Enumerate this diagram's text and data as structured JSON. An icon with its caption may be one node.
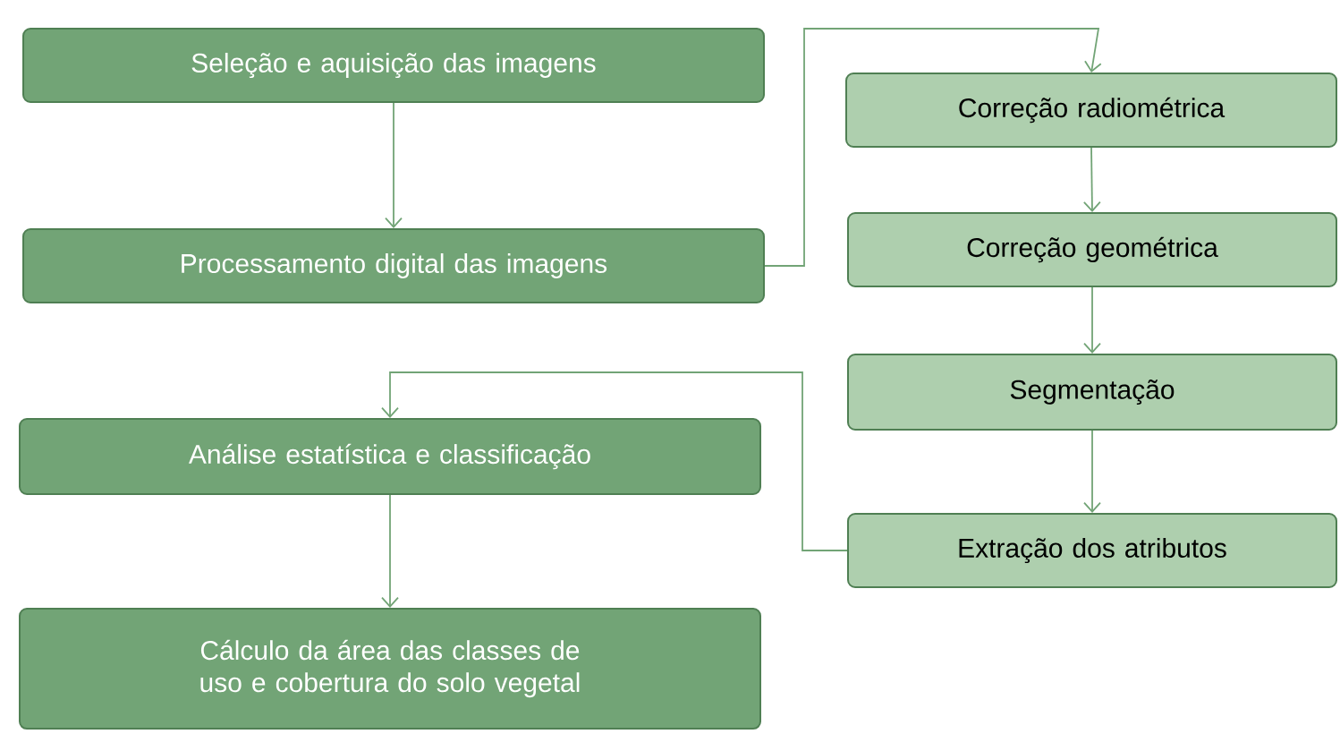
{
  "diagram": {
    "nodes": [
      {
        "text": [
          "Seleção e aquisição das imagens"
        ]
      },
      {
        "text": [
          "Processamento digital das imagens"
        ]
      },
      {
        "text": [
          "Correção radiométrica"
        ]
      },
      {
        "text": [
          "Correção geométrica"
        ]
      },
      {
        "text": [
          "Segmentação"
        ]
      },
      {
        "text": [
          "Extração dos atributos"
        ]
      },
      {
        "text": [
          "Análise estatística e classificação"
        ]
      },
      {
        "text": [
          "Cálculo da área das classes de uso e cobertura do solo vegetal"
        ]
      }
    ],
    "edges": [
      {
        "from": 0,
        "to": 1,
        "arrow": "to"
      },
      {
        "from": 1,
        "to": 2,
        "arrow": "to"
      },
      {
        "from": 2,
        "to": 3,
        "arrow": "to"
      },
      {
        "from": 3,
        "to": 4,
        "arrow": "to"
      },
      {
        "from": 4,
        "to": 5,
        "arrow": "to"
      },
      {
        "from": 5,
        "to": 6,
        "arrow": "to"
      },
      {
        "from": 6,
        "to": 7,
        "arrow": "to"
      }
    ]
  }
}
